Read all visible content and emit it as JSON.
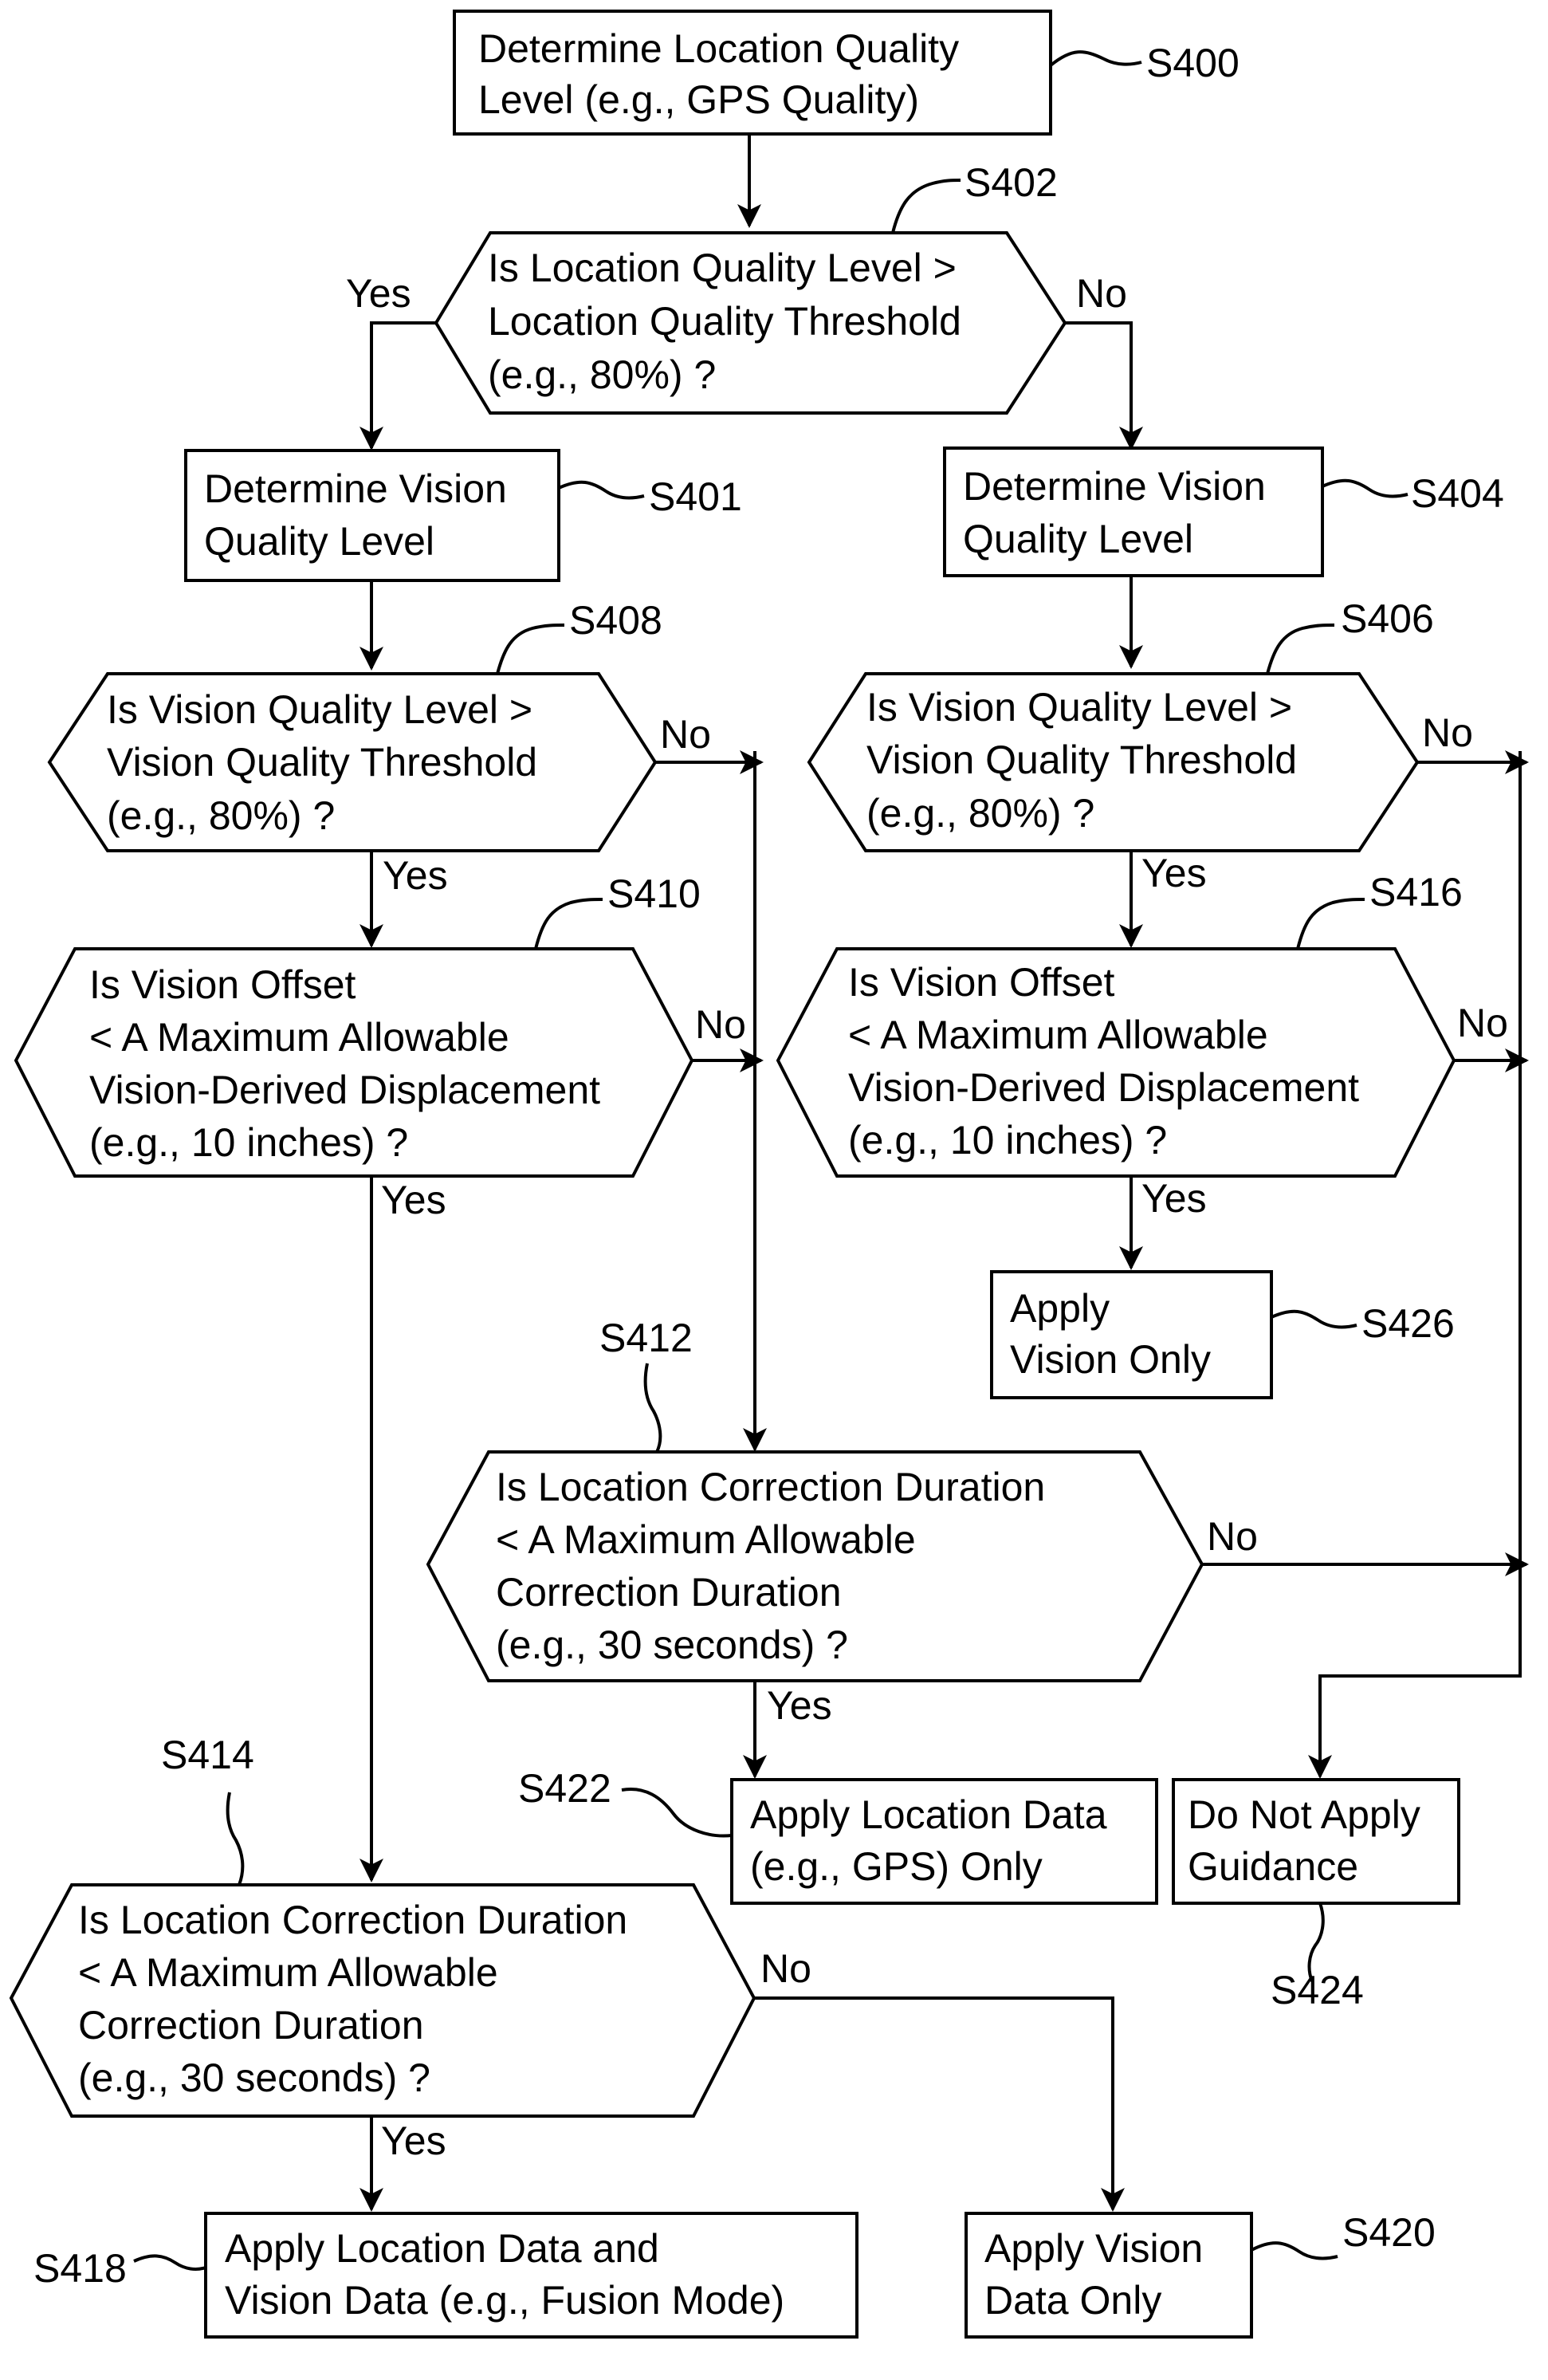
{
  "nodes": {
    "s400": {
      "id": "S400",
      "lines": [
        "Determine Location Quality",
        "Level (e.g., GPS Quality)"
      ]
    },
    "s402": {
      "id": "S402",
      "lines": [
        "Is Location Quality Level >",
        "Location Quality Threshold",
        "(e.g., 80%) ?"
      ]
    },
    "s401": {
      "id": "S401",
      "lines": [
        "Determine Vision",
        "Quality Level"
      ]
    },
    "s404": {
      "id": "S404",
      "lines": [
        "Determine Vision",
        "Quality Level"
      ]
    },
    "s408": {
      "id": "S408",
      "lines": [
        "Is Vision Quality Level >",
        "Vision Quality Threshold",
        "(e.g., 80%) ?"
      ]
    },
    "s406": {
      "id": "S406",
      "lines": [
        "Is Vision Quality Level >",
        "Vision Quality Threshold",
        "(e.g., 80%) ?"
      ]
    },
    "s410": {
      "id": "S410",
      "lines": [
        "Is Vision Offset",
        "< A Maximum Allowable",
        "Vision-Derived Displacement",
        "(e.g., 10 inches) ?"
      ]
    },
    "s416": {
      "id": "S416",
      "lines": [
        "Is Vision Offset",
        "< A Maximum Allowable",
        "Vision-Derived Displacement",
        "(e.g., 10 inches) ?"
      ]
    },
    "s426": {
      "id": "S426",
      "lines": [
        "Apply",
        "Vision Only"
      ]
    },
    "s412": {
      "id": "S412",
      "lines": [
        "Is Location Correction Duration",
        "< A Maximum Allowable",
        "Correction Duration",
        "(e.g., 30 seconds) ?"
      ]
    },
    "s422": {
      "id": "S422",
      "lines": [
        "Apply Location Data",
        "(e.g., GPS) Only"
      ]
    },
    "s424": {
      "id": "S424",
      "lines": [
        "Do Not Apply",
        "Guidance"
      ]
    },
    "s414": {
      "id": "S414",
      "lines": [
        "Is Location Correction Duration",
        "< A Maximum Allowable",
        "Correction Duration",
        "(e.g., 30 seconds) ?"
      ]
    },
    "s418": {
      "id": "S418",
      "lines": [
        "Apply Location Data and",
        "Vision Data (e.g., Fusion Mode)"
      ]
    },
    "s420": {
      "id": "S420",
      "lines": [
        "Apply Vision",
        "Data Only"
      ]
    }
  },
  "edges": {
    "s402_yes": "Yes",
    "s402_no": "No",
    "s408_yes": "Yes",
    "s408_no": "No",
    "s406_yes": "Yes",
    "s406_no": "No",
    "s410_yes": "Yes",
    "s410_no": "No",
    "s416_yes": "Yes",
    "s416_no": "No",
    "s412_yes": "Yes",
    "s412_no": "No",
    "s414_yes": "Yes",
    "s414_no": "No"
  }
}
